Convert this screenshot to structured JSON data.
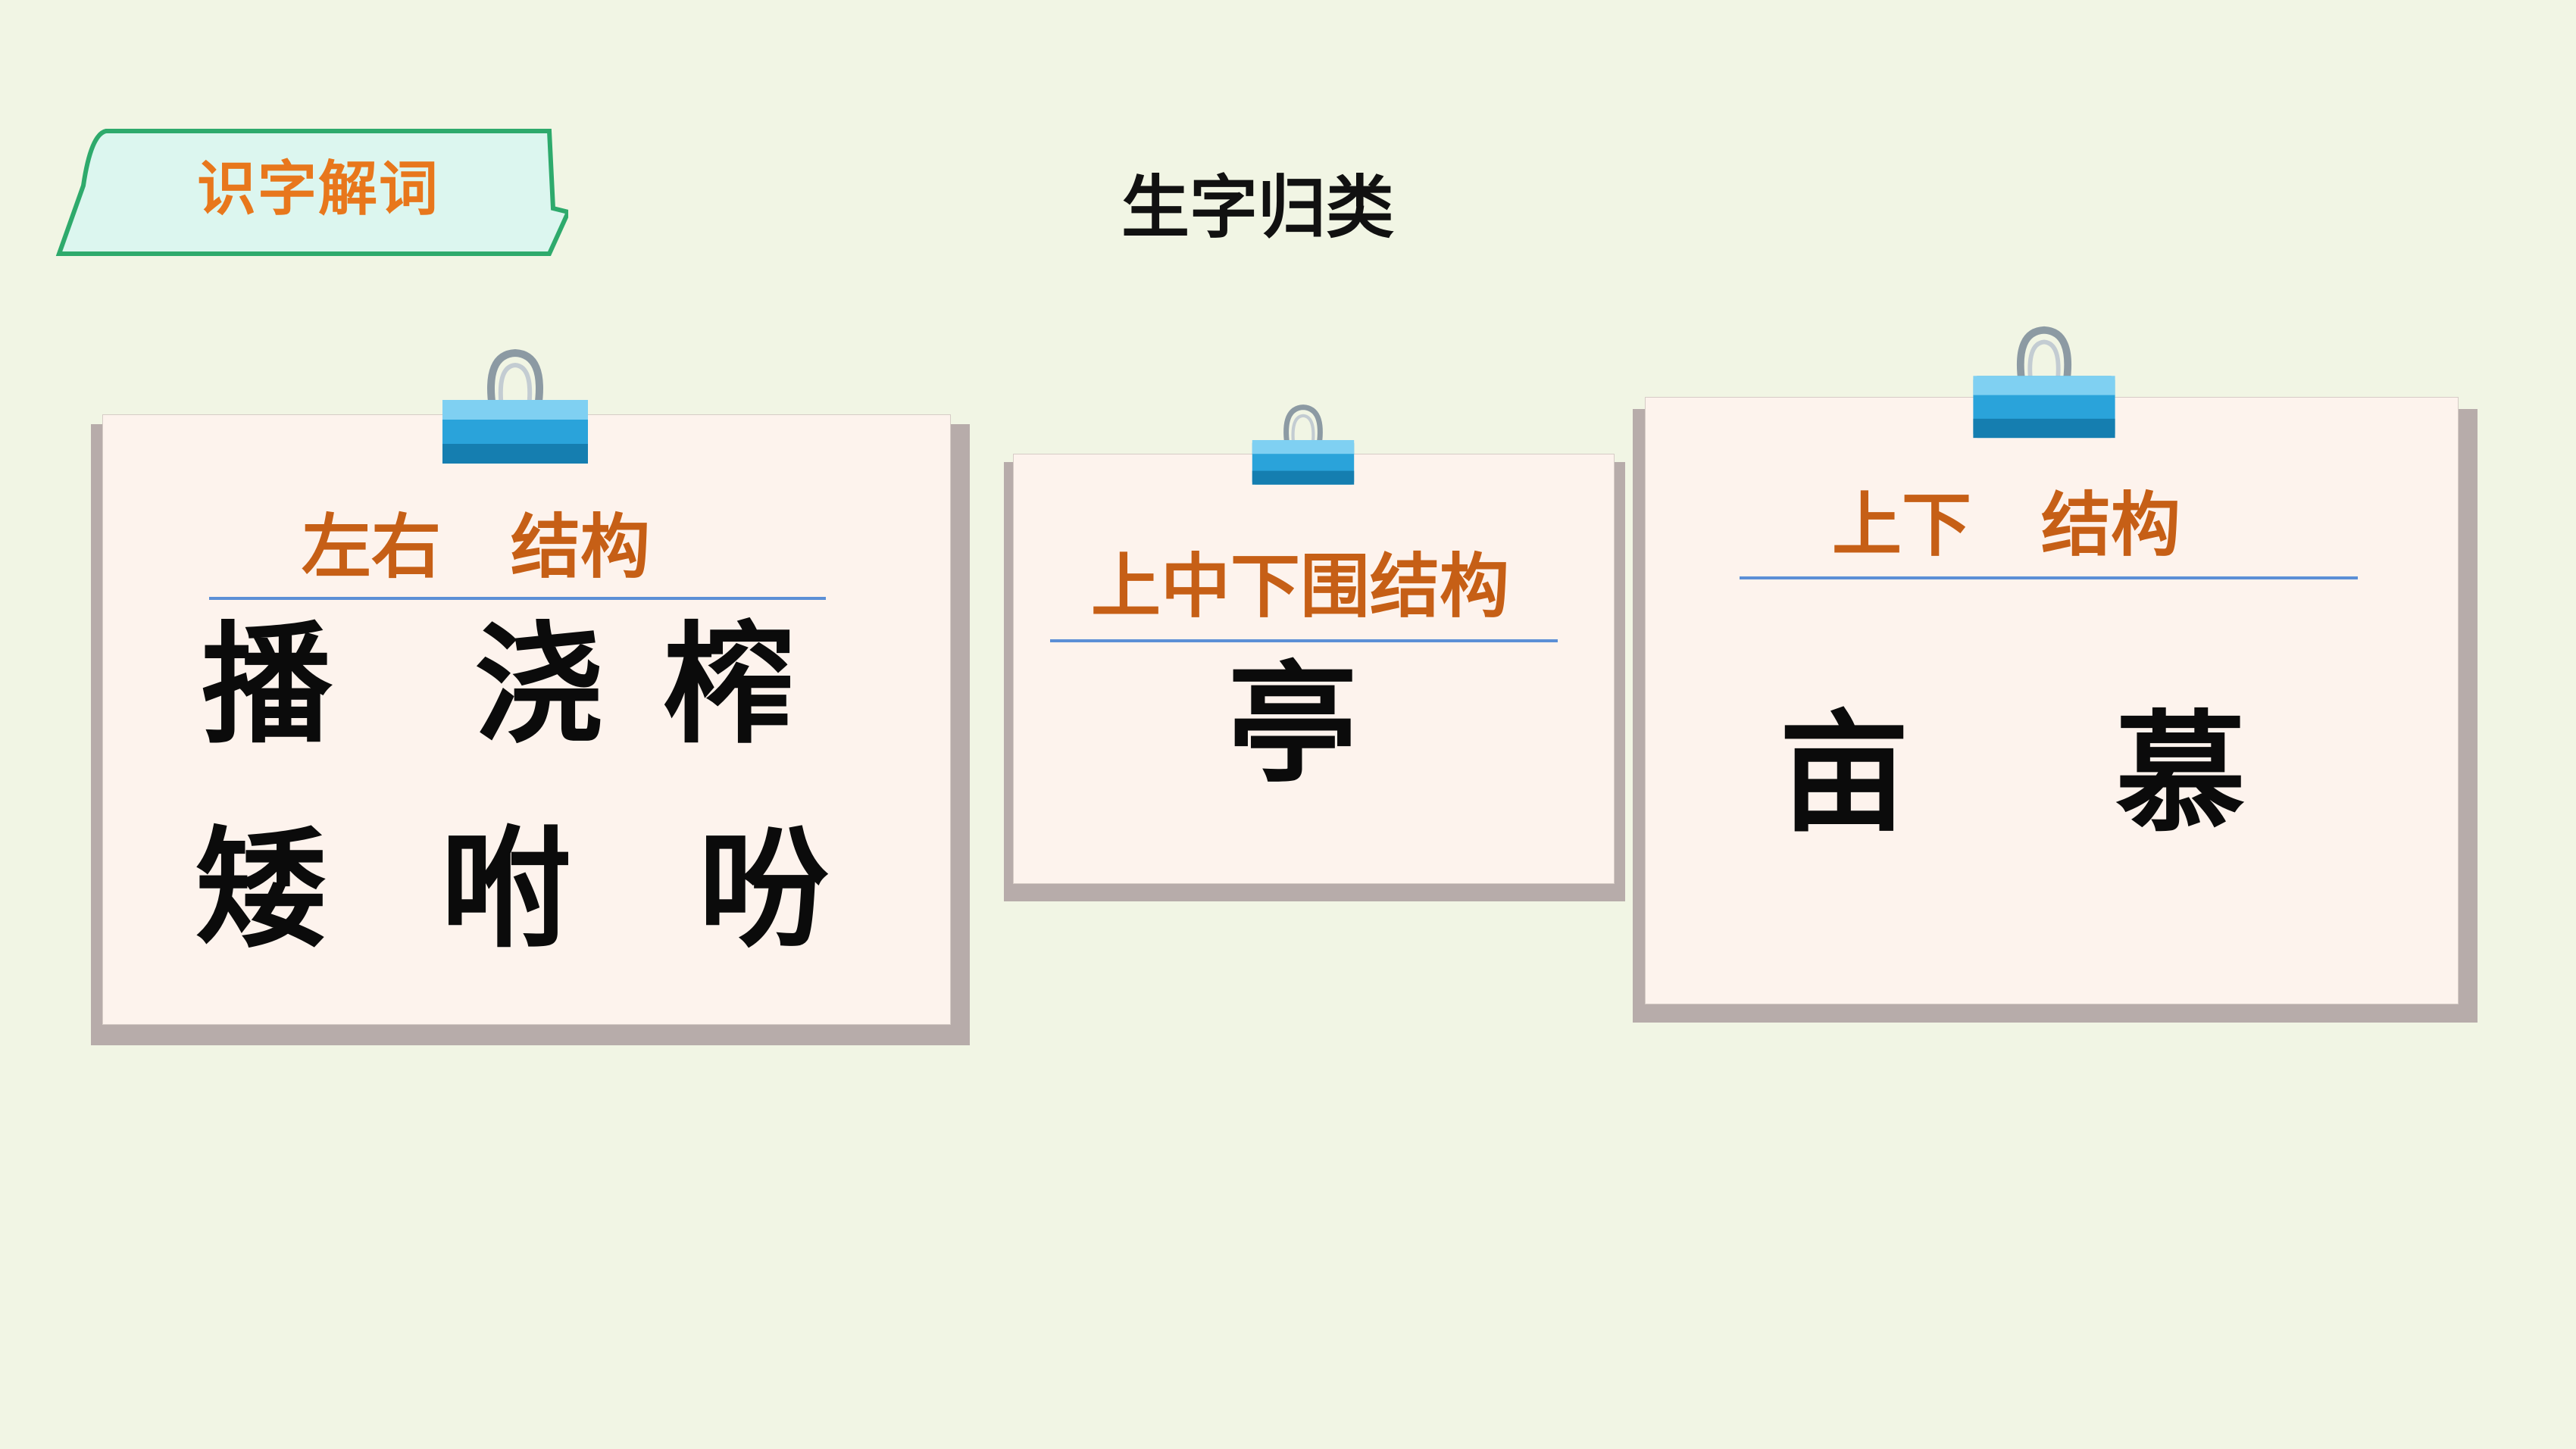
{
  "section_tab": {
    "label": "识字解词"
  },
  "page_title": "生字归类",
  "cards": [
    {
      "heading": "左右　结构",
      "characters": [
        "播",
        "浇",
        "榨",
        "矮",
        "咐",
        "吩"
      ]
    },
    {
      "heading": "上中下围结构",
      "characters": [
        "亭"
      ]
    },
    {
      "heading": "上下　结构",
      "characters": [
        "亩",
        "慕"
      ]
    }
  ],
  "colors": {
    "background": "#f1f5e4",
    "tab_fill": "#dcf6ef",
    "tab_border": "#2eaa6c",
    "tab_text": "#e8771c",
    "heading_text": "#c65f16",
    "rule": "#5b8fd6",
    "card_fill": "#fdf3ed",
    "clip": "#2aa3da"
  },
  "icons": [
    "binder-clip-icon"
  ]
}
